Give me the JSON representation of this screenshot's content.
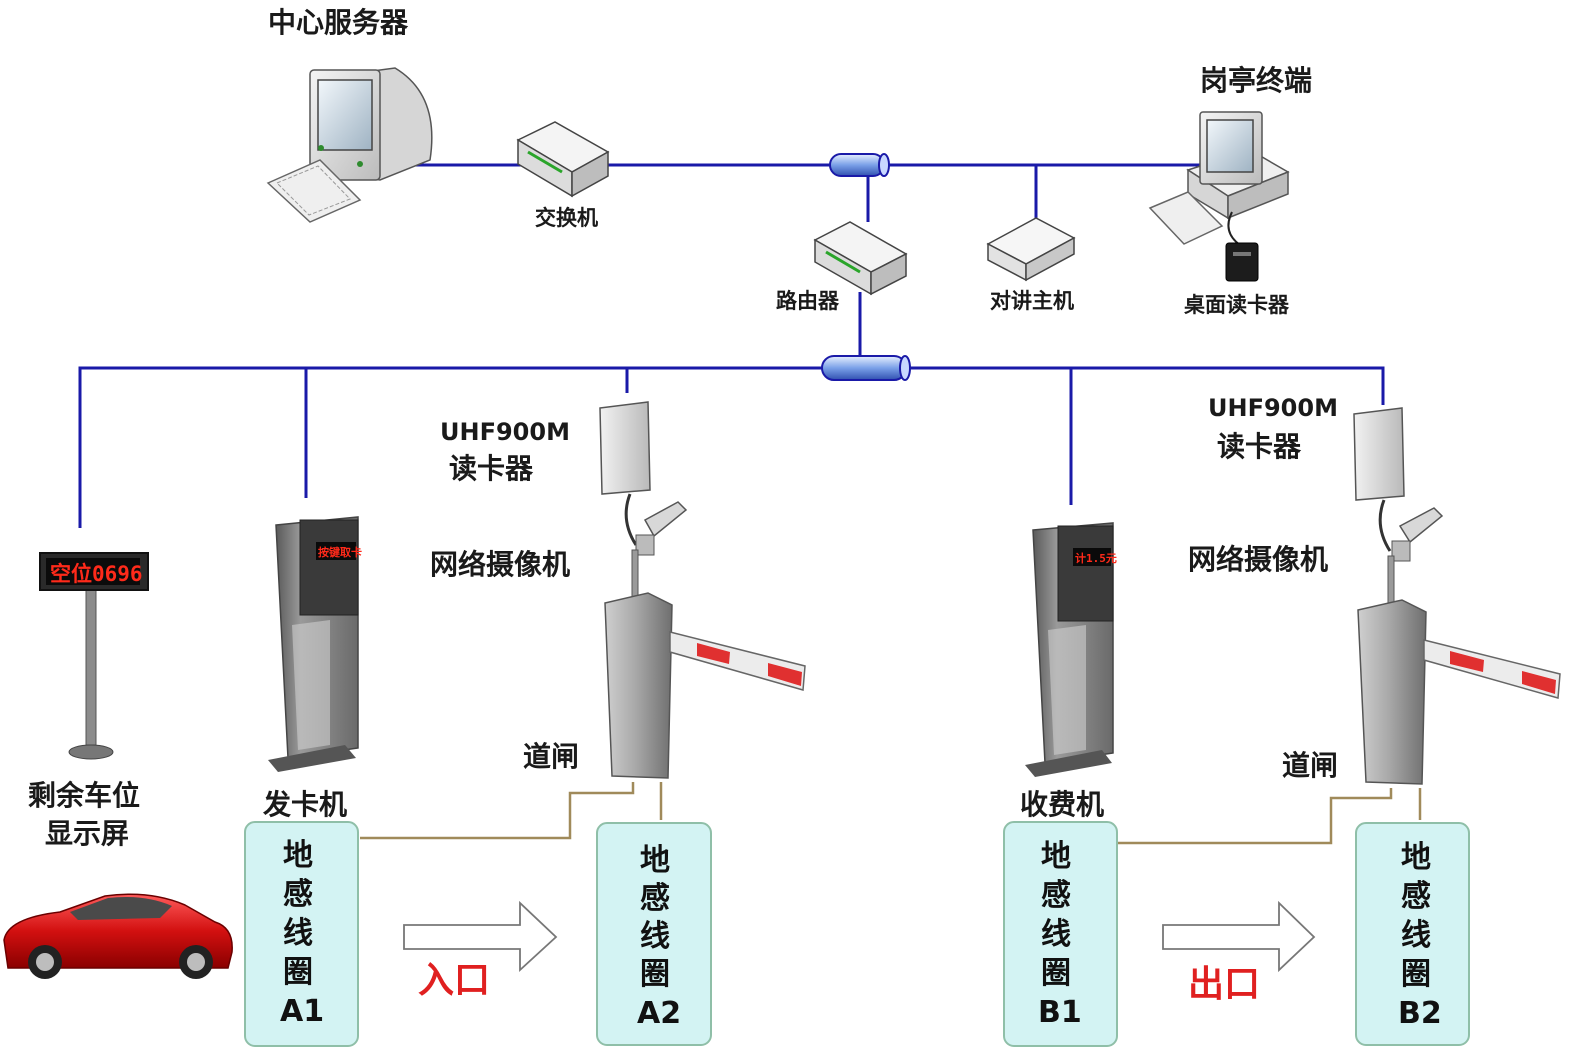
{
  "colors": {
    "network_line": "#1a1aa8",
    "signal_line": "#a08a5a",
    "loop_fill": "#d3f3f3",
    "loop_border": "#8fbfa8",
    "direction_text": "#e02020",
    "led_text": "#ff2a1a"
  },
  "labels": {
    "center_server": "中心服务器",
    "switch": "交换机",
    "booth_terminal": "岗亭终端",
    "router": "路由器",
    "intercom_host": "对讲主机",
    "desktop_reader": "桌面读卡器",
    "remaining_spaces_display": [
      "剩余车位",
      "显示屏"
    ],
    "card_dispenser": "发卡机",
    "toll_machine": "收费机",
    "uhf_reader_entry": [
      "UHF900M",
      "读卡器"
    ],
    "uhf_reader_exit": [
      "UHF900M",
      "读卡器"
    ],
    "network_camera_entry": "网络摄像机",
    "network_camera_exit": "网络摄像机",
    "barrier_entry": "道闸",
    "barrier_exit": "道闸",
    "entrance": "入口",
    "exit": "出口"
  },
  "led_display": {
    "text": "空位0696"
  },
  "card_dispenser_screen": {
    "text": "按键取卡"
  },
  "toll_machine_screen": {
    "text": "计1.5元"
  },
  "loops": [
    {
      "id": "A1",
      "lines": [
        "地",
        "感",
        "线",
        "圈",
        "A1"
      ]
    },
    {
      "id": "A2",
      "lines": [
        "地",
        "感",
        "线",
        "圈",
        "A2"
      ]
    },
    {
      "id": "B1",
      "lines": [
        "地",
        "感",
        "线",
        "圈",
        "B1"
      ]
    },
    {
      "id": "B2",
      "lines": [
        "地",
        "感",
        "线",
        "圈",
        "B2"
      ]
    }
  ],
  "icons": {
    "center_server": "desktop-computer-icon",
    "switch": "network-switch-icon",
    "router": "router-icon",
    "intercom_host": "intercom-box-icon",
    "booth_terminal": "desktop-computer-icon",
    "desktop_reader": "card-reader-icon",
    "display": "led-sign-icon",
    "dispenser": "kiosk-icon",
    "camera": "camera-icon",
    "reader": "uhf-antenna-icon",
    "barrier": "barrier-gate-icon",
    "car": "car-icon",
    "arrow": "arrow-right-icon",
    "hub": "cylinder-hub-icon"
  }
}
